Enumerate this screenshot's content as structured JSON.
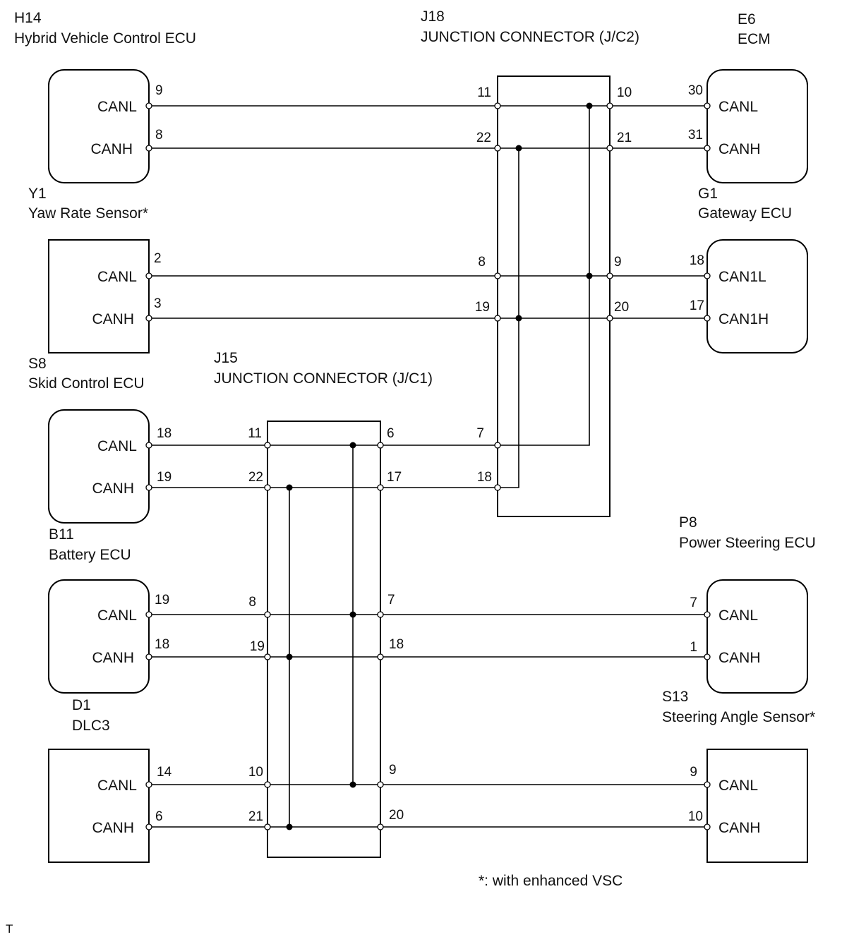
{
  "components": {
    "h14": {
      "id": "H14",
      "name": "Hybrid Vehicle Control ECU",
      "pins": [
        "9",
        "8"
      ],
      "signals": [
        "CANL",
        "CANH"
      ]
    },
    "y1": {
      "id": "Y1",
      "name": "Yaw Rate Sensor*"
    },
    "s8": {
      "id": "S8",
      "name": "Skid Control ECU",
      "pins": [
        "2",
        "3"
      ],
      "signals": [
        "CANL",
        "CANH"
      ]
    },
    "b11": {
      "id": "B11",
      "name": "Battery ECU",
      "pins": [
        "18",
        "19"
      ],
      "signals": [
        "CANL",
        "CANH"
      ]
    },
    "d1": {
      "id": "D1",
      "name": "DLC3",
      "pins": [
        "19",
        "18"
      ],
      "signals": [
        "CANL",
        "CANH"
      ]
    },
    "bottom_left": {
      "pins": [
        "14",
        "6"
      ],
      "signals": [
        "CANL",
        "CANH"
      ]
    },
    "e6": {
      "id": "E6",
      "name": "ECM",
      "pins": [
        "30",
        "31"
      ],
      "signals": [
        "CANL",
        "CANH"
      ]
    },
    "g1": {
      "id": "G1",
      "name": "Gateway ECU",
      "pins": [
        "18",
        "17"
      ],
      "signals": [
        "CAN1L",
        "CAN1H"
      ]
    },
    "p8": {
      "id": "P8",
      "name": "Power Steering ECU",
      "pins": [
        "7",
        "1"
      ],
      "signals": [
        "CANL",
        "CANH"
      ]
    },
    "s13": {
      "id": "S13",
      "name": "Steering Angle Sensor*"
    },
    "bottom_right": {
      "pins": [
        "9",
        "10"
      ],
      "signals": [
        "CANL",
        "CANH"
      ]
    }
  },
  "junctions": {
    "j18": {
      "id": "J18",
      "name": "JUNCTION CONNECTOR (J/C2)",
      "left_pins": [
        "11",
        "22",
        "8",
        "19",
        "7",
        "18"
      ],
      "right_pins": [
        "10",
        "21",
        "9",
        "20"
      ]
    },
    "j15": {
      "id": "J15",
      "name": "JUNCTION CONNECTOR (J/C1)",
      "left_pins": [
        "11",
        "22",
        "8",
        "19",
        "10",
        "21"
      ],
      "right_pins": [
        "6",
        "17",
        "7",
        "18",
        "9",
        "20"
      ]
    }
  },
  "footnote": "*: with enhanced VSC",
  "corner_mark": "T"
}
